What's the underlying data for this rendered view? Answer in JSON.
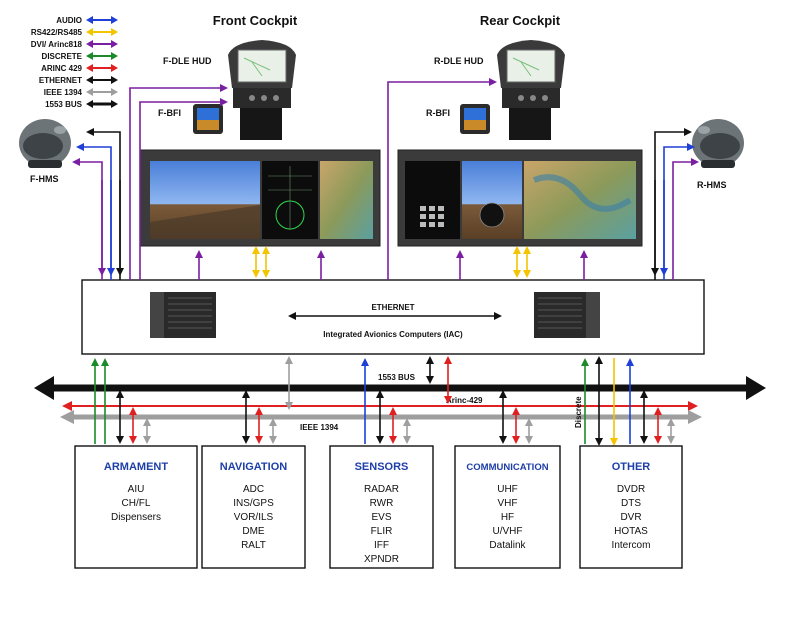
{
  "titles": {
    "front": "Front Cockpit",
    "rear": "Rear Cockpit"
  },
  "legend": [
    {
      "label": "AUDIO",
      "color": "#1f3fd6"
    },
    {
      "label": "RS422/RS485",
      "color": "#f2c500"
    },
    {
      "label": "DVI/ Arinc818",
      "color": "#7b1fa2"
    },
    {
      "label": "DISCRETE",
      "color": "#1b8a2a"
    },
    {
      "label": "ARINC 429",
      "color": "#e02020"
    },
    {
      "label": "ETHERNET",
      "color": "#111111"
    },
    {
      "label": "IEEE 1394",
      "color": "#9e9e9e"
    },
    {
      "label": "1553 BUS",
      "color": "#111111"
    }
  ],
  "devices": {
    "f_hud": "F-DLE HUD",
    "r_hud": "R-DLE HUD",
    "f_bfi": "F-BFI",
    "r_bfi": "R-BFI",
    "f_hms": "F-HMS",
    "r_hms": "R-HMS"
  },
  "iac": {
    "ethernet": "ETHERNET",
    "name": "Integrated Avionics Computers (IAC)"
  },
  "buses": {
    "b1553": "1553 BUS",
    "arinc": "Arinc-429",
    "ieee": "IEEE 1394",
    "discrete": "Discrete"
  },
  "subsystems": [
    {
      "id": "armament",
      "title": "ARMAMENT",
      "items": [
        "AIU",
        "CH/FL",
        "Dispensers"
      ]
    },
    {
      "id": "navigation",
      "title": "NAVIGATION",
      "items": [
        "ADC",
        "INS/GPS",
        "VOR/ILS",
        "DME",
        "RALT"
      ]
    },
    {
      "id": "sensors",
      "title": "SENSORS",
      "items": [
        "RADAR",
        "RWR",
        "EVS",
        "FLIR",
        "IFF",
        "XPNDR"
      ]
    },
    {
      "id": "communication",
      "title": "COMMUNICATION",
      "items": [
        "UHF",
        "VHF",
        "HF",
        "U/VHF",
        "Datalink"
      ]
    },
    {
      "id": "other",
      "title": "OTHER",
      "items": [
        "DVDR",
        "DTS",
        "DVR",
        "HOTAS",
        "Intercom"
      ]
    }
  ]
}
